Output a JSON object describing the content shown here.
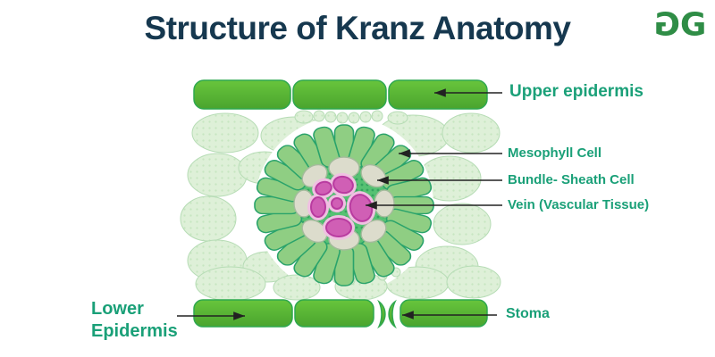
{
  "page": {
    "background": "#ffffff"
  },
  "header": {
    "title": "Structure of Kranz Anatomy",
    "title_color": "#16384f"
  },
  "logo": {
    "label": "GeeksforGeeks",
    "glyphs": "GG",
    "color": "#2f8d46"
  },
  "callouts": {
    "color": "#1aa078",
    "upper_epidermis": "Upper epidermis",
    "mesophyll_cell": "Mesophyll Cell",
    "bundle_sheath_cell": "Bundle- Sheath Cell",
    "vein": "Vein (Vascular Tissue)",
    "lower_epidermis_line1": "Lower",
    "lower_epidermis_line2": "Epidermis",
    "stoma": "Stoma"
  },
  "diagram": {
    "colors": {
      "epidermis_top": "#68c53c",
      "epidermis_bottom": "#4aa42e",
      "epidermis_stroke": "#2fa84f",
      "ring_cell_fill": "#8fce83",
      "ring_cell_stroke": "#2aa36b",
      "inner_disc": "#56c173",
      "inner_dot": "#35a45f",
      "parenchyma_fill": "#def0d8",
      "parenchyma_dot": "#c6e6c0",
      "parenchyma_stroke": "#b6dcb5",
      "bundle_fill": "#dcdccc",
      "bundle_stroke": "#a3bb9b",
      "vein_fill": "#d05fb5",
      "vein_stroke": "#b93ba0",
      "vein_halo": "#f0c0e2",
      "arrow": "#222222"
    }
  }
}
